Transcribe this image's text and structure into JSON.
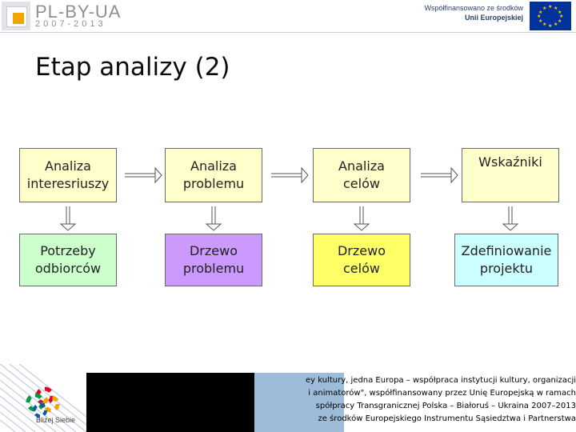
{
  "header": {
    "logo_title": "PL-BY-UA",
    "logo_subtitle": "2007-2013",
    "eu_line1": "Współfinansowano ze środków",
    "eu_line2": "Unii Europejskiej"
  },
  "slide": {
    "title": "Etap analizy (2)"
  },
  "diagram": {
    "top_row": [
      {
        "label": "Analiza\ninteresriuszy",
        "color": "#ffffcc"
      },
      {
        "label": "Analiza\nproblemu",
        "color": "#ffffcc"
      },
      {
        "label": "Analiza\ncelów",
        "color": "#ffffcc"
      },
      {
        "label": "Wskaźniki",
        "color": "#ffffcc"
      }
    ],
    "bottom_row": [
      {
        "label": "Potrzeby\nodbiorców",
        "color": "#ccffcc"
      },
      {
        "label": "Drzewo\nproblemu",
        "color": "#cc99ff"
      },
      {
        "label": "Drzewo\ncelów",
        "color": "#ffff66"
      },
      {
        "label": "Zdefiniowanie\nprojektu",
        "color": "#ccffff"
      }
    ]
  },
  "footer": {
    "tagline": "Bliżej Siebie",
    "lines": [
      "ey kultury, jedna Europa – współpraca instytucji kultury, organizacji",
      "i animatorów\", współfinansowany przez Unię Europejską w ramach",
      "spółpracy Transgranicznej Polska – Białoruś – Ukraina 2007–2013",
      "ze środków Europejskiego Instrumentu Sąsiedztwa i Partnerstwa"
    ]
  }
}
